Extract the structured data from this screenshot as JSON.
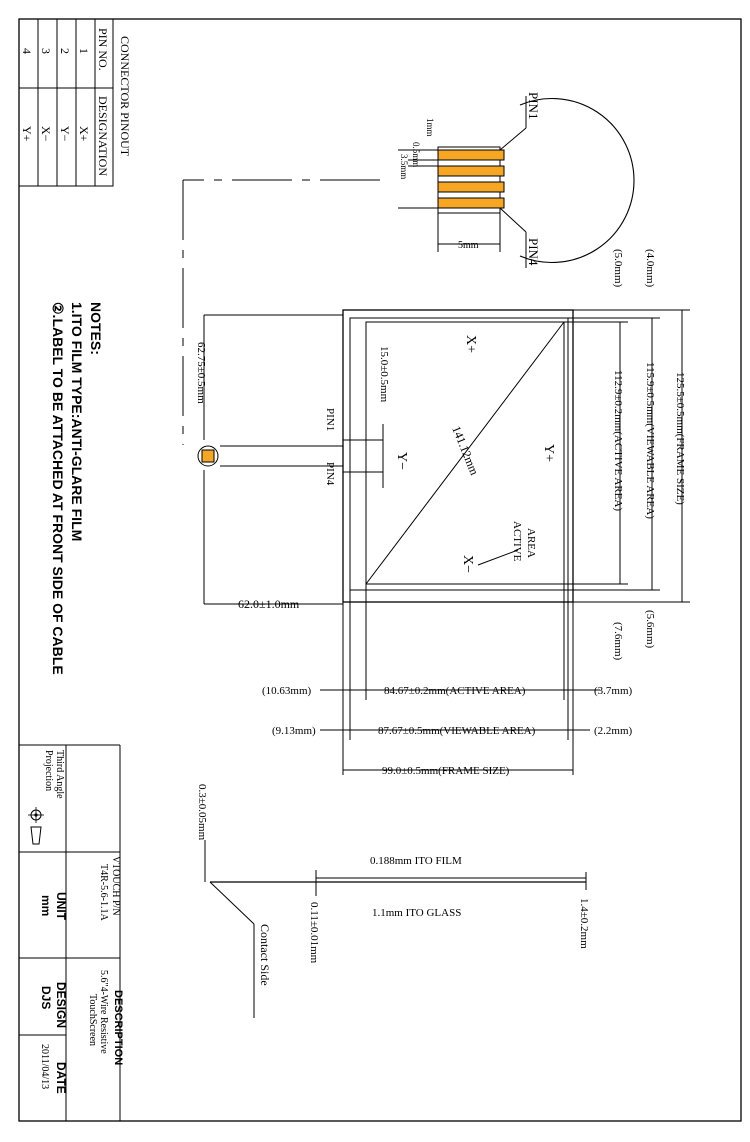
{
  "connector_pinout": {
    "title": "CONNECTOR PINOUT",
    "col_pin": "PIN NO.",
    "col_designation": "DESIGNATION",
    "rows": [
      {
        "pin": "1",
        "designation": "X+"
      },
      {
        "pin": "2",
        "designation": "Y−"
      },
      {
        "pin": "3",
        "designation": "X−"
      },
      {
        "pin": "4",
        "designation": "Y+"
      }
    ]
  },
  "notes": {
    "title": "NOTES:",
    "items": [
      "1.ITO FILM TYPE:ANTI-GLARE FILM",
      "②.LABEL TO BE ATTACHED AT FRONT SIDE OF CABLE"
    ]
  },
  "detail": {
    "pin1": "PIN1",
    "pin4": "PIN4",
    "dim_1mm": "1mm",
    "dim_05mm": "0.5mm",
    "dim_35mm": "3.5mm",
    "dim_5mm": "5mm",
    "conductor_color": "#f5a623"
  },
  "panel": {
    "label_x_plus": "X+",
    "label_x_minus": "X−",
    "label_y_plus": "Y+",
    "label_y_minus": "Y−",
    "active_area_label_1": "ACTIVE",
    "active_area_label_2": "AREA",
    "diagonal": "141.12mm",
    "tail_pin1": "PIN1",
    "tail_pin4": "PIN4",
    "tail_width": "15.0±0.5mm",
    "tail_length": "62.75±0.5mm",
    "tail_offset": "62.0±1.0mm",
    "dim_frame_h": "125.5±0.5mm(FRAME SIZE)",
    "dim_view_h": "115.9±0.5mm(VIEWABLE AREA)",
    "dim_active_h": "112.9±0.2mm(ACTIVE AREA)",
    "dim_top_4": "(4.0mm)",
    "dim_top_5": "(5.0mm)",
    "dim_bot_56": "(5.6mm)",
    "dim_bot_76": "(7.6mm)",
    "dim_active_w": "84.67±0.2mm(ACTIVE AREA)",
    "dim_view_w": "87.67±0.5mm(VIEWABLE AREA)",
    "dim_frame_w": "99.0±0.5mm(FRAME SIZE)",
    "dim_l_1063": "(10.63mm)",
    "dim_l_913": "(9.13mm)",
    "dim_r_37": "(3.7mm)",
    "dim_r_22": "(2.2mm)"
  },
  "section": {
    "thk_tail": "0.3±0.05mm",
    "ito_film": "0.188mm ITO FILM",
    "ito_glass": "1.1mm ITO GLASS",
    "gap": "0.11±0.01mm",
    "total": "1.4±0.2mm",
    "contact_side": "Contact Side"
  },
  "title_block": {
    "projection_line1": "Third Angle",
    "projection_line2": "Projection",
    "company": "VTOUCH  P/N",
    "part_no": "T4R-5.6-1.1A",
    "unit_label": "UNIT",
    "unit_value": "mm",
    "description_label": "DESCRIPTION",
    "description_line1": "5.6\"4-Wire Resistive",
    "description_line2": "TouchScreen",
    "design_label": "DESIGN",
    "design_value": "DJS",
    "date_label": "DATE",
    "date_value": "2011/04/13"
  }
}
